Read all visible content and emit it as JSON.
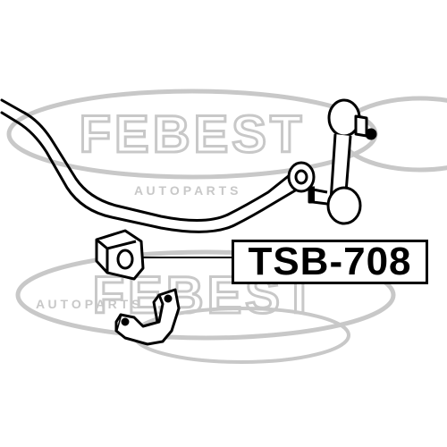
{
  "watermark": {
    "brand": "FEBEST",
    "sub": "A U T O   P A R T S",
    "color": "#c8c8c8"
  },
  "part": {
    "number": "TSB-708"
  },
  "colors": {
    "ink": "#000000",
    "background": "#ffffff"
  }
}
